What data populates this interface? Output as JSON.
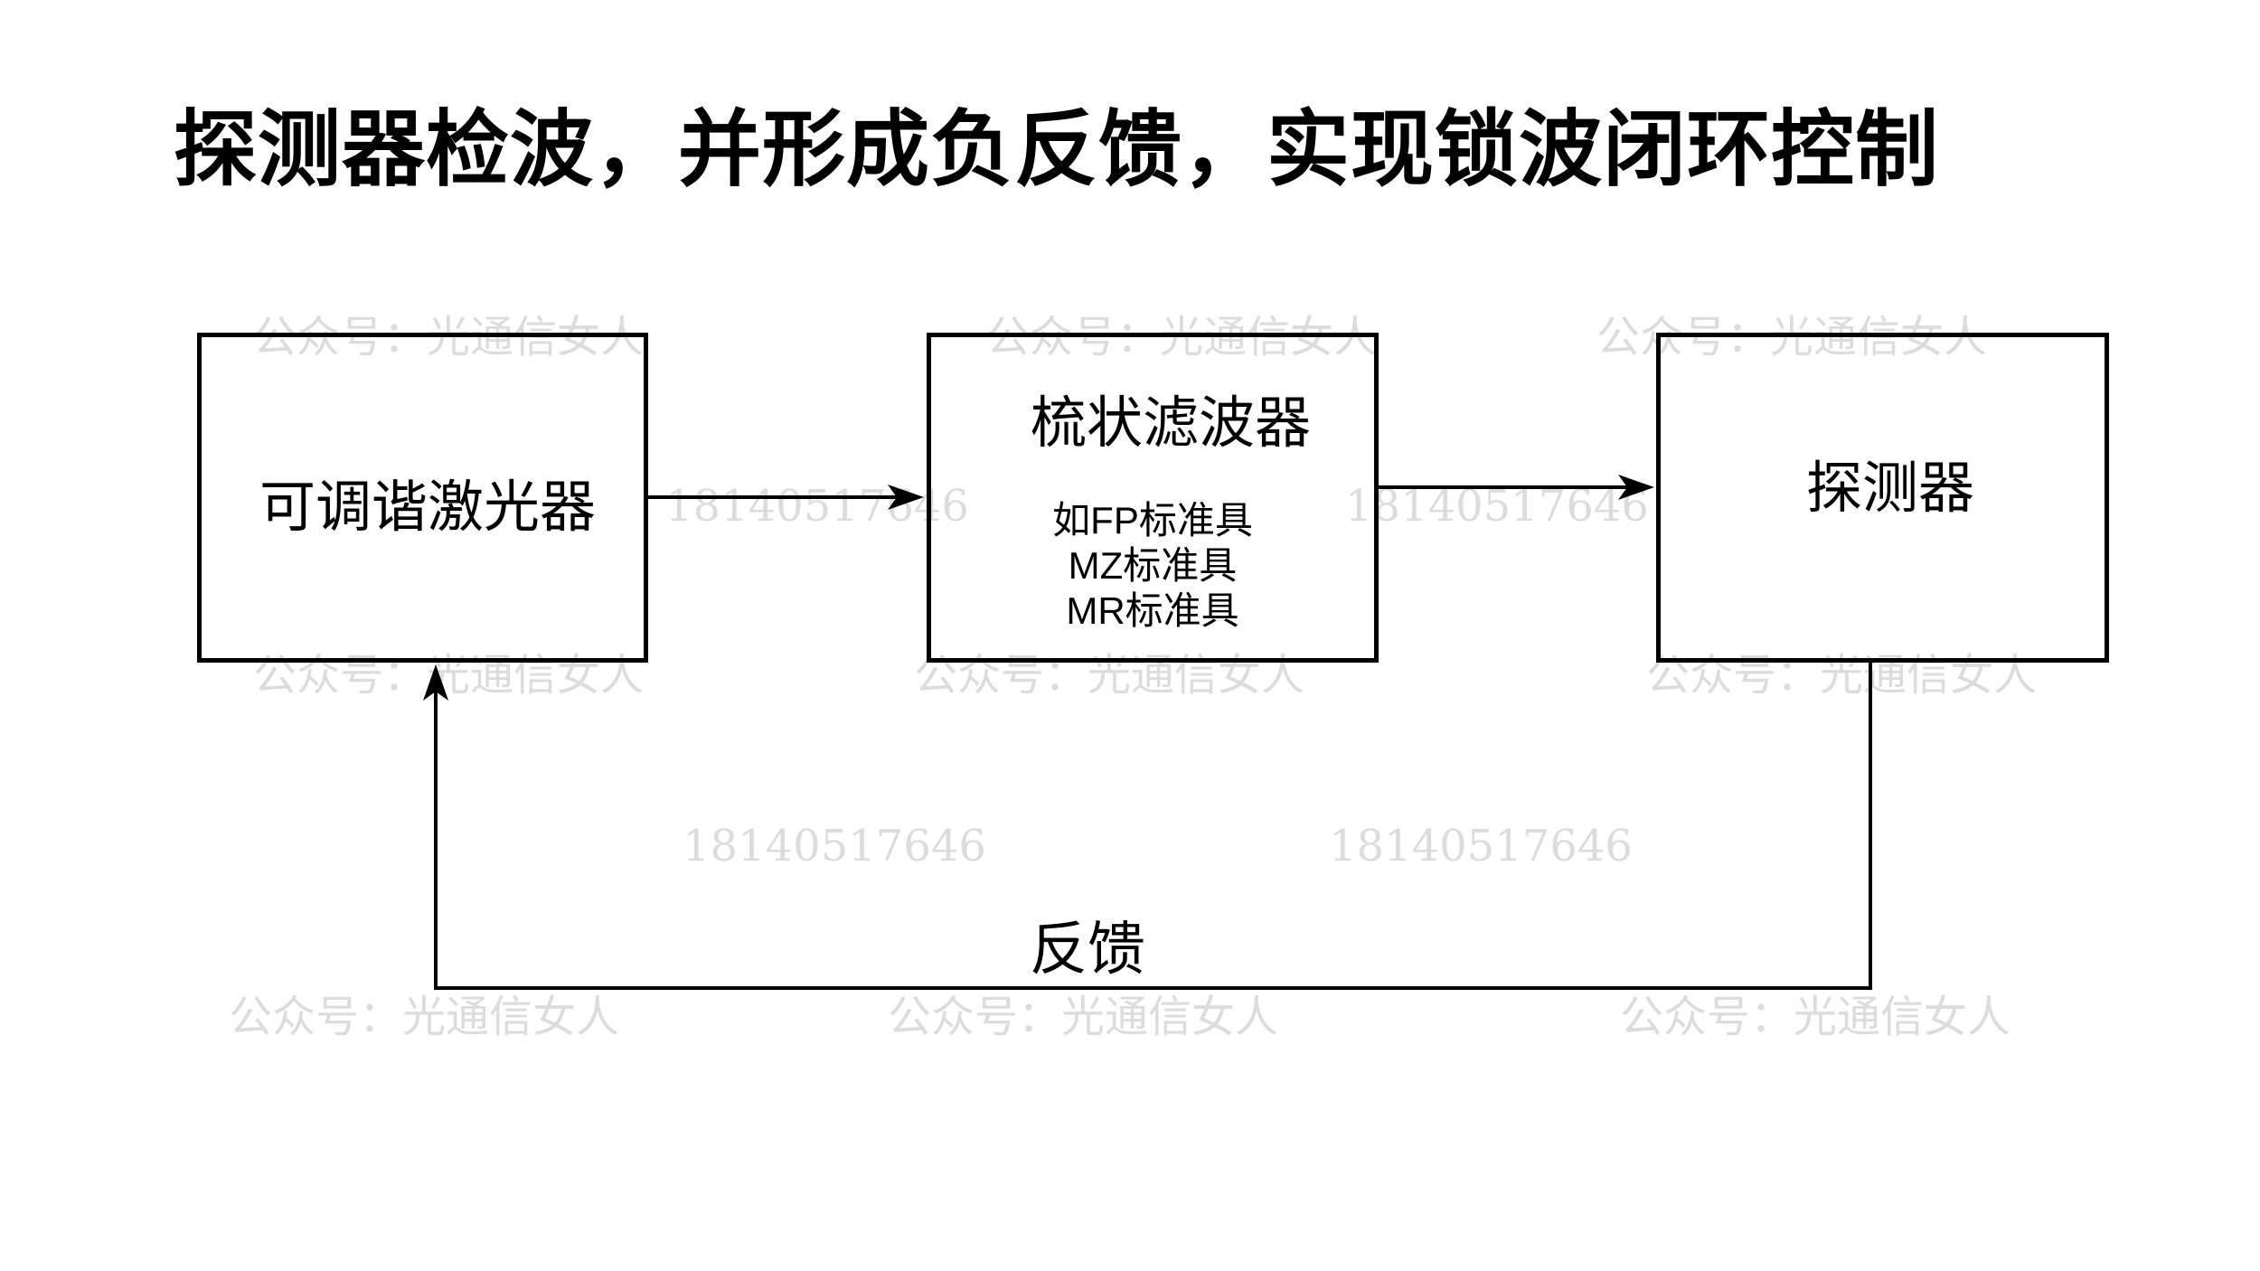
{
  "title": "探测器检波，并形成负反馈，实现锁波闭环控制",
  "blocks": {
    "laser": {
      "label": "可调谐激光器"
    },
    "filter": {
      "label": "梳状滤波器",
      "examples": [
        "如FP标准具",
        "MZ标准具",
        "MR标准具"
      ]
    },
    "detector": {
      "label": "探测器"
    }
  },
  "feedback": {
    "label": "反馈"
  },
  "watermarks": {
    "account": "公众号：光通信女人",
    "phone": "18140517646"
  },
  "colors": {
    "ink": "#000000",
    "watermark": "#dcdcdc",
    "background": "#ffffff"
  }
}
